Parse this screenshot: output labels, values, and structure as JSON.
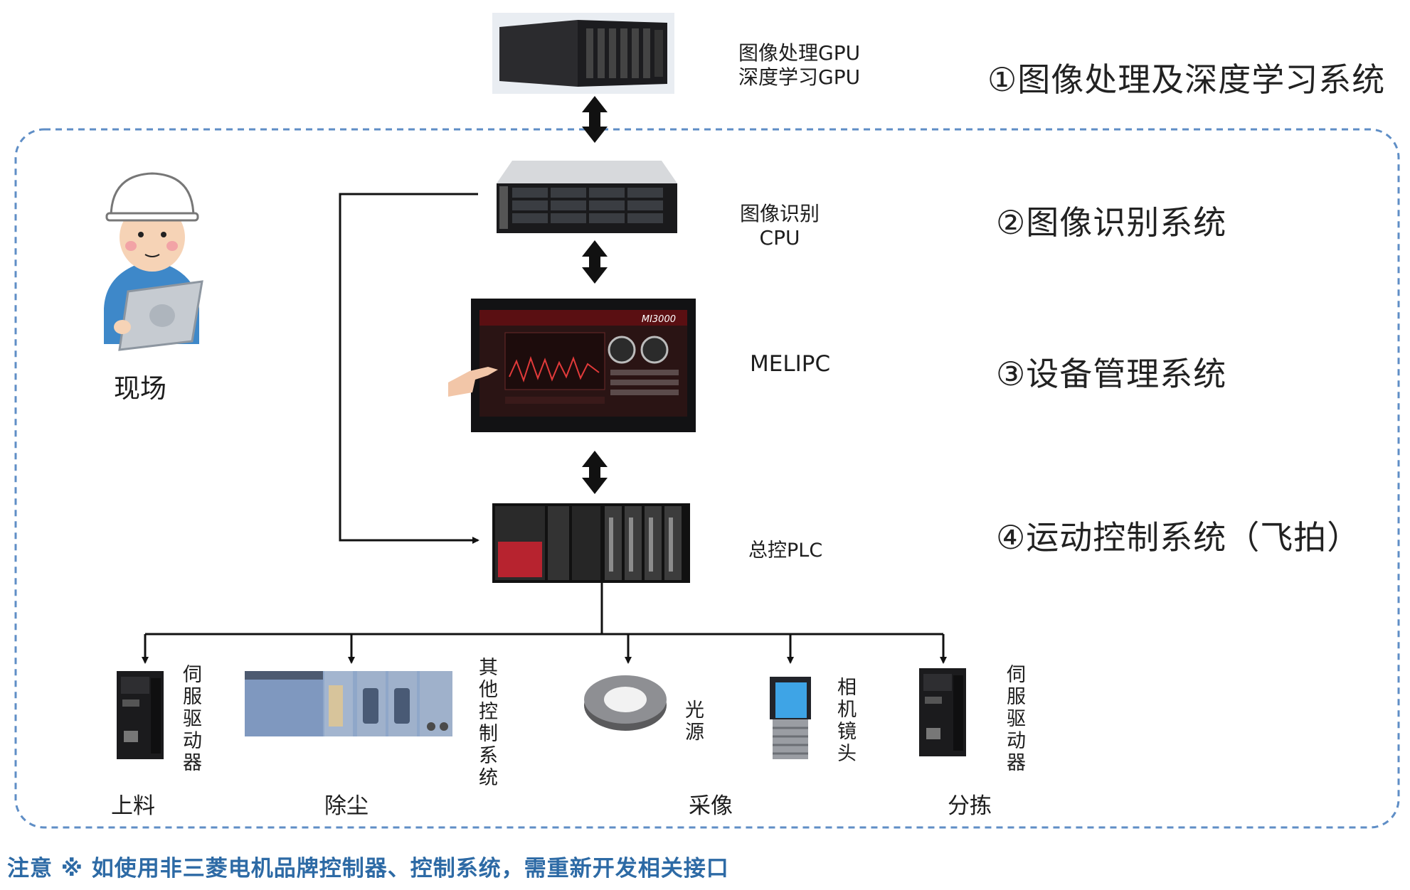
{
  "devices": {
    "gpu_lines": [
      "图像处理GPU",
      "深度学习GPU"
    ],
    "cpu_lines": [
      "图像识别",
      "CPU"
    ],
    "melipc_label": "MELIPC",
    "melipc_screen_brand": "MI3000",
    "plc_label": "总控PLC"
  },
  "systems": {
    "s1": "①图像处理及深度学习系统",
    "s2": "②图像识别系统",
    "s3": "③设备管理系统",
    "s4": "④运动控制系统（飞拍）"
  },
  "site_label": "现场",
  "bottom_devices": {
    "servo_left": "伺服驱动器",
    "other_control": "其他控制系统",
    "light_source": "光源",
    "camera_lens": "相机镜头",
    "servo_right": "伺服驱动器"
  },
  "stations": {
    "feeding": "上料",
    "dust_removal": "除尘",
    "imaging": "采像",
    "sorting": "分拣"
  },
  "note": "注意 ※ 如使用非三菱电机品牌控制器、控制系统，需重新开发相关接口",
  "colors": {
    "dashed_border": "#5f8ec6",
    "arrow": "#111111",
    "note_text": "#2d6aa5",
    "plc_red": "#b7232f",
    "helmet_white": "#ffffff",
    "worker_blue": "#3e88c9"
  }
}
